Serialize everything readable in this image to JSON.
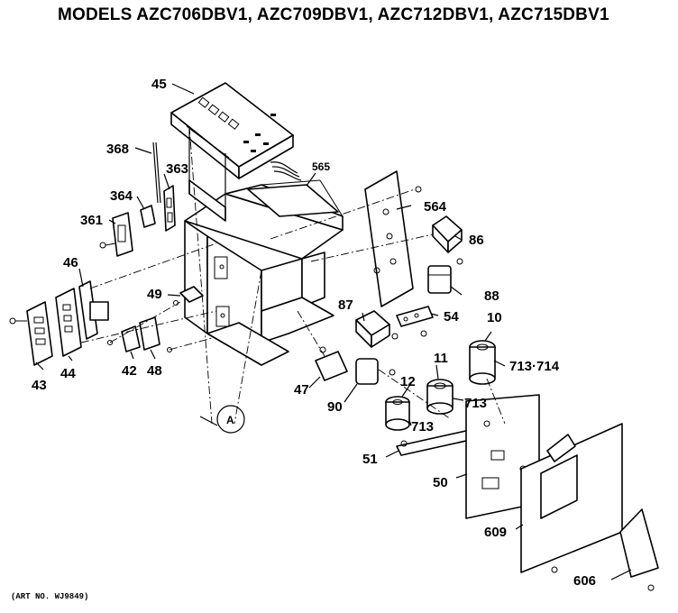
{
  "header": {
    "title": "MODELS AZC706DBV1, AZC709DBV1, AZC712DBV1, AZC715DBV1"
  },
  "footer": {
    "art_number": "(ART NO. WJ9849)"
  },
  "callouts": {
    "p45": "45",
    "p368": "368",
    "p363": "363",
    "p364": "364",
    "p361": "361",
    "p565": "565",
    "p564": "564",
    "p86": "86",
    "p88": "88",
    "p46": "46",
    "p49": "49",
    "p87": "87",
    "p54": "54",
    "p10": "10",
    "p713_714": "713·714",
    "p11": "11",
    "p713a": "713",
    "p713b": "713",
    "p12": "12",
    "p43": "43",
    "p44": "44",
    "p42": "42",
    "p48": "48",
    "p47": "47",
    "p90": "90",
    "p51": "51",
    "p50": "50",
    "p609": "609",
    "p606": "606",
    "ref_a": "A"
  }
}
